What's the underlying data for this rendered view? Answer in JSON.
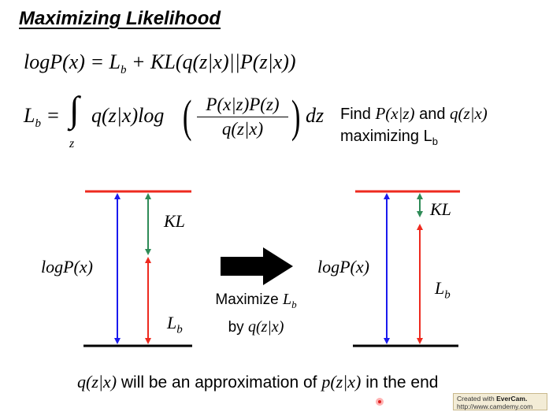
{
  "title": "Maximizing Likelihood",
  "eq1": {
    "lhs": "logP(x)",
    "rhs": "L",
    "rhs_sub": "b",
    "plus": " + KL(q(z|x)||P(z|x))"
  },
  "eq2": {
    "lhs": "L",
    "lhs_sub": "b",
    "eq": " = ",
    "int_sub": "z",
    "integrand_pre": "q(z|x)log",
    "numerator": "P(x|z)P(z)",
    "denominator": "q(z|x)",
    "dz": "dz"
  },
  "find": {
    "line1_pre": "Find ",
    "line1_m1": "P(x|z)",
    "line1_mid": " and ",
    "line1_m2": "q(z|x)",
    "line2_pre": "maximizing L",
    "line2_sub": "b"
  },
  "left_diagram": {
    "logp_label": "logP(x)",
    "kl_label": "KL",
    "lb_label": "L",
    "lb_sub": "b"
  },
  "right_diagram": {
    "logp_label": "logP(x)",
    "kl_label": "KL",
    "lb_label": "L",
    "lb_sub": "b"
  },
  "transition": {
    "line1_pre": "Maximize ",
    "line1_m": "L",
    "line1_sub": "b",
    "line2_pre": "by ",
    "line2_m": "q(z|x)"
  },
  "bottom": {
    "m1": "q(z|x)",
    "mid": " will be an approximation of ",
    "m2": "p(z|x)",
    "post": " in the end"
  },
  "badge": {
    "line1_pre": "Created with ",
    "line1_brand": "EverCam.",
    "line2": "http://www.camdemy.com"
  },
  "colors": {
    "red": "#ee2a1f",
    "blue": "#1a1aee",
    "green": "#2e8b57",
    "black": "#000000"
  }
}
